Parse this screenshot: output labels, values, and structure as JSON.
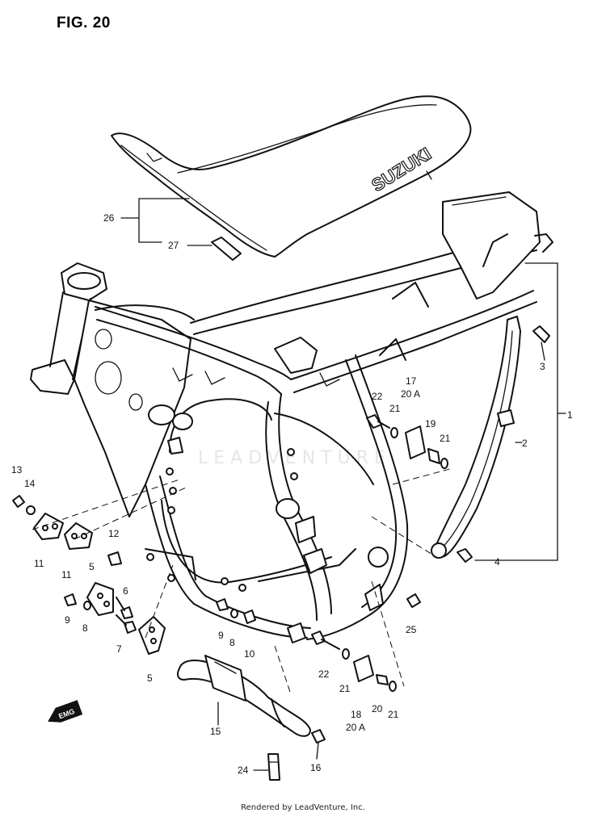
{
  "title": "FIG. 20",
  "seat_brand": "SUZUKI",
  "watermark": "LEADVENTURE",
  "footer": "Rendered by LeadVenture, Inc.",
  "badge": "EMG",
  "labels": {
    "p1": "1",
    "p2": "2",
    "p3": "3",
    "p4": "4",
    "p5a": "5",
    "p5b": "5",
    "p6": "6",
    "p7": "7",
    "p8a": "8",
    "p8b": "8",
    "p9a": "9",
    "p9b": "9",
    "p10": "10",
    "p11a": "11",
    "p11b": "11",
    "p12": "12",
    "p13": "13",
    "p14": "14",
    "p15": "15",
    "p16": "16",
    "p17": "17",
    "p18": "18",
    "p19": "19",
    "p20": "20",
    "p20a_top": "20 A",
    "p20a_bot": "20 A",
    "p21a": "21",
    "p21b": "21",
    "p21c": "21",
    "p21d": "21",
    "p22a": "22",
    "p22b": "22",
    "p24": "24",
    "p25": "25",
    "p26": "26",
    "p27": "27"
  }
}
